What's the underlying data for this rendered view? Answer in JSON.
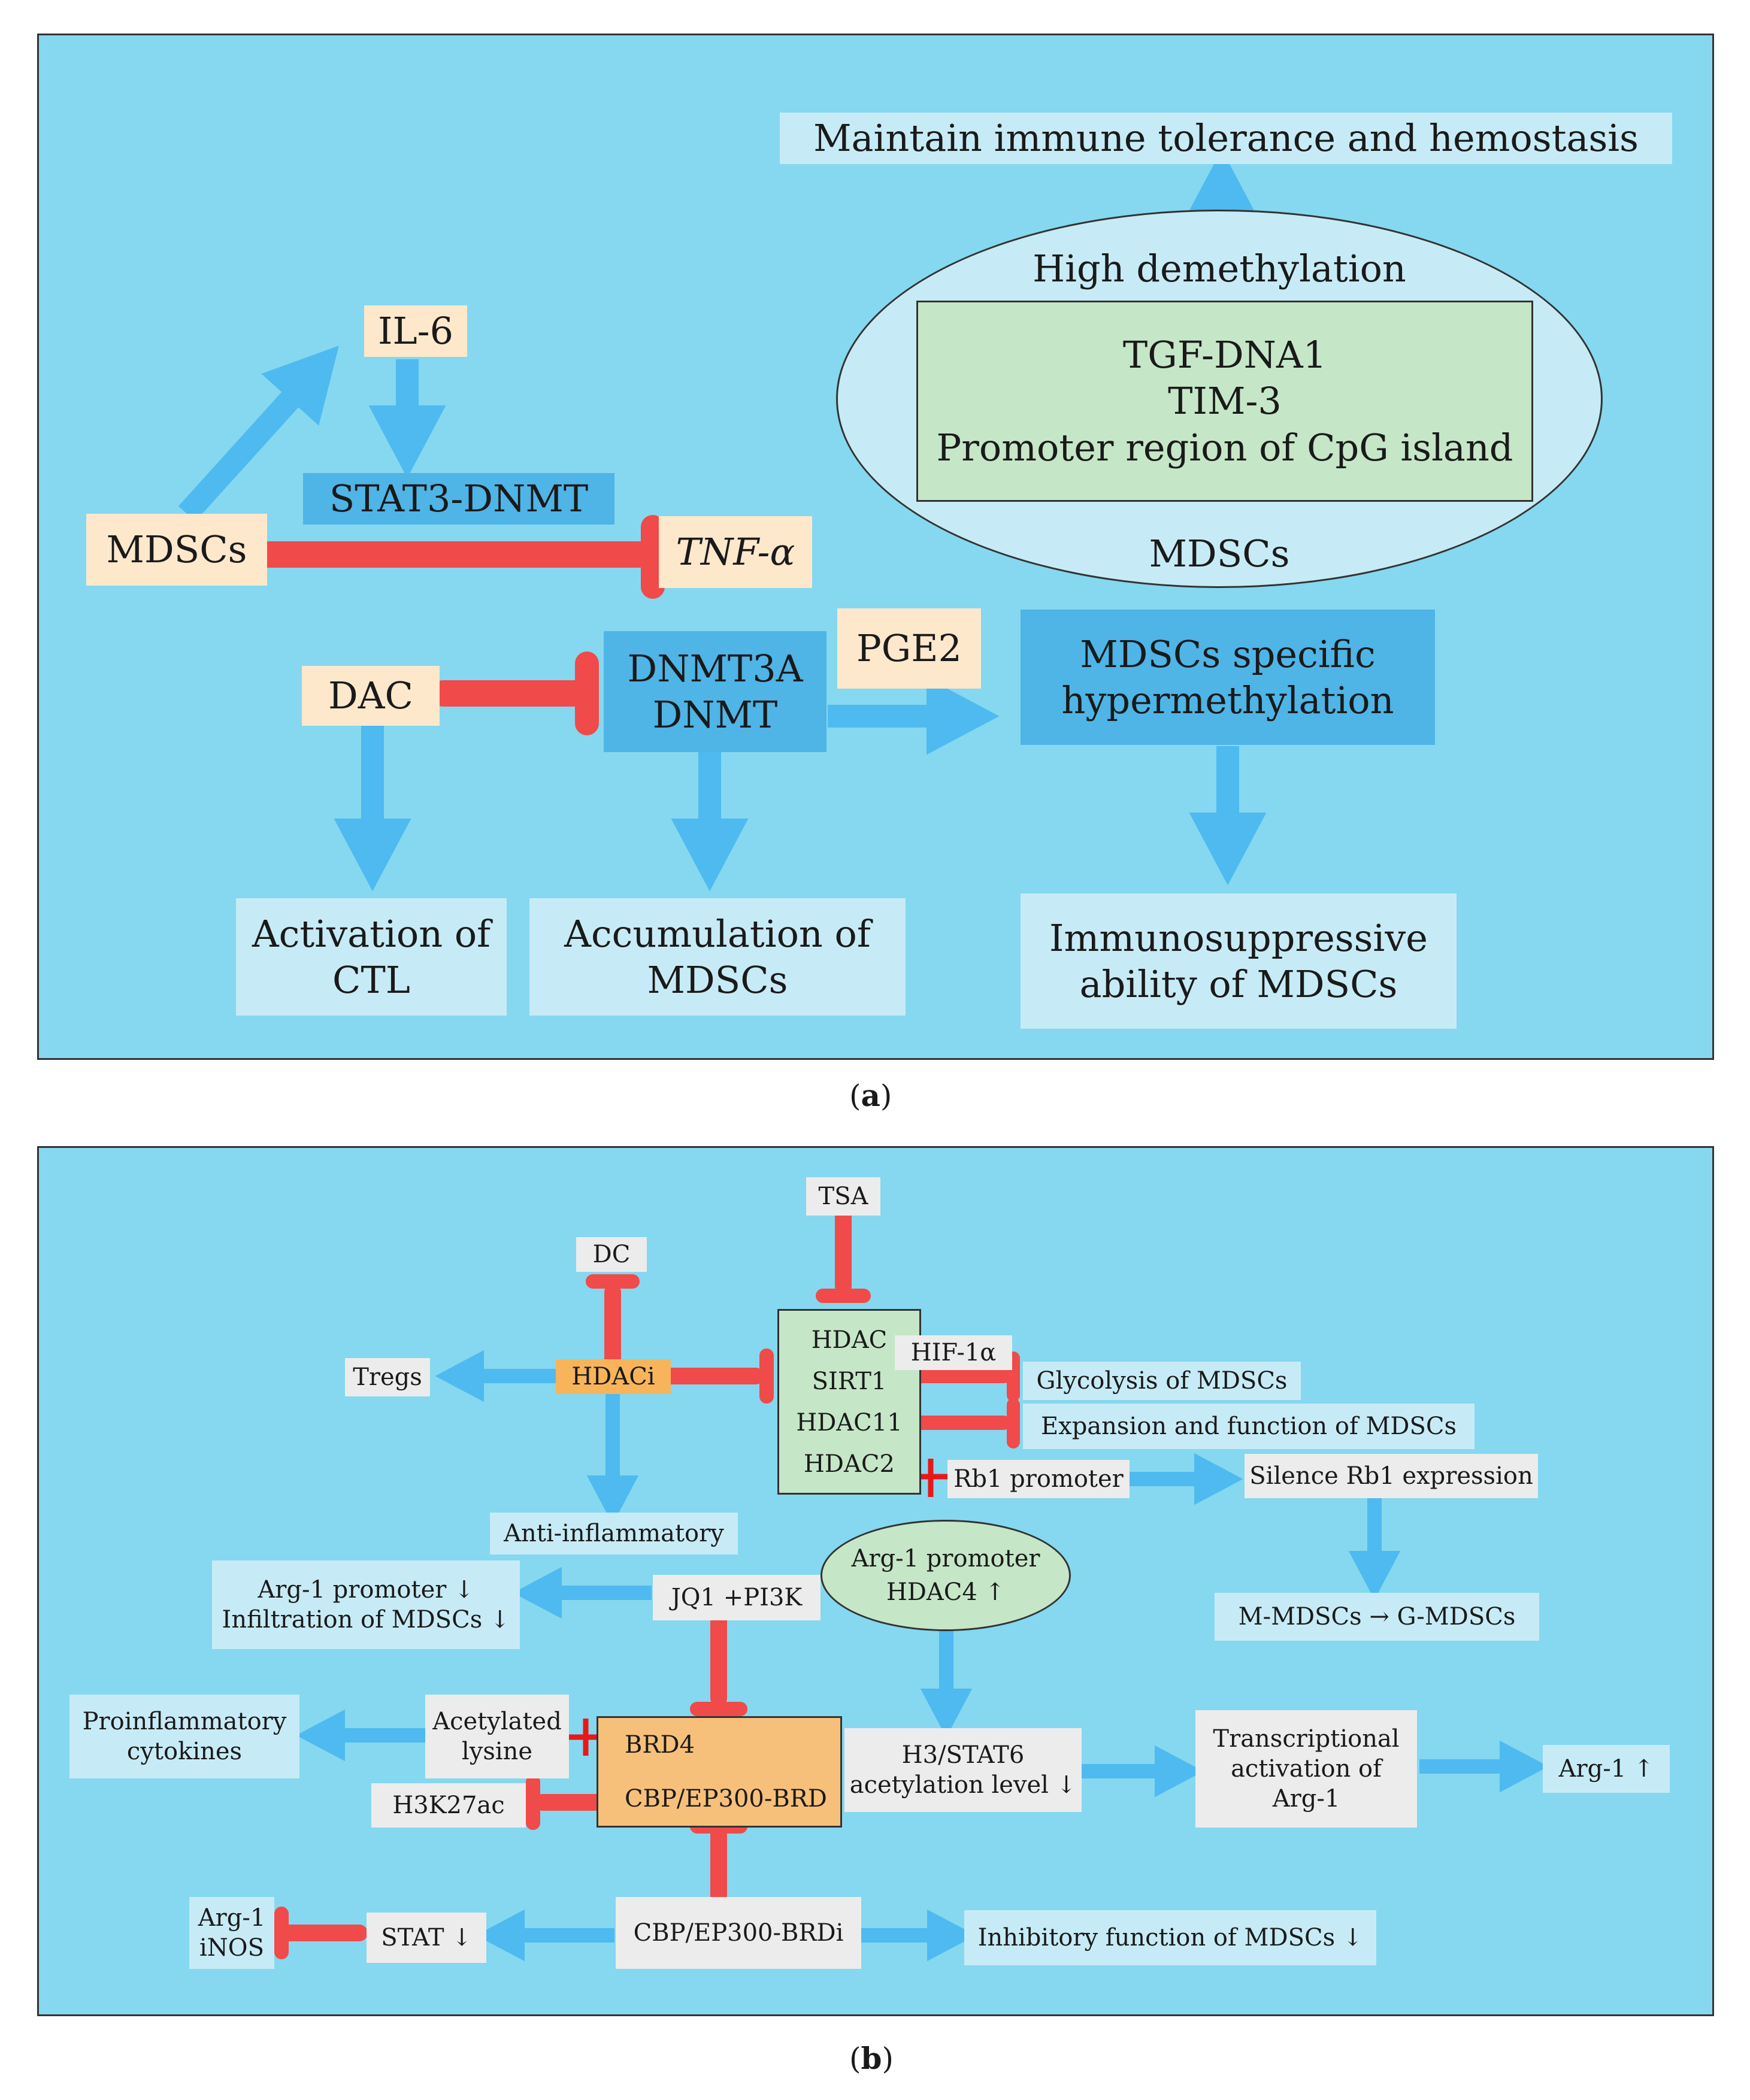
{
  "panel_a": {
    "caption_letter": "a",
    "top_box": "Maintain immune tolerance and hemostasis",
    "ellipse": {
      "title": "High demethylation",
      "inner_lines": [
        "TGF-DNA1",
        "TIM-3",
        "Promoter region of CpG island"
      ],
      "bottom": "MDSCs"
    },
    "il6": "IL-6",
    "stat3": "STAT3-DNMT",
    "mdscs": "MDSCs",
    "tnf": "TNF-α",
    "dac": "DAC",
    "dnmt_lines": [
      "DNMT3A",
      "DNMT"
    ],
    "pge2": "PGE2",
    "hyper_lines": [
      "MDSCs specific",
      "hypermethylation"
    ],
    "activation_lines": [
      "Activation of",
      "CTL"
    ],
    "accumulation_lines": [
      "Accumulation of",
      "MDSCs"
    ],
    "immuno_lines": [
      "Immunosuppressive",
      "ability of MDSCs"
    ]
  },
  "panel_b": {
    "caption_letter": "b",
    "tsa": "TSA",
    "dc": "DC",
    "tregs": "Tregs",
    "hdaci": "HDACi",
    "hdac_lines": [
      "HDAC",
      "SIRT1",
      "HDAC11",
      "HDAC2"
    ],
    "hif": "HIF-1α",
    "glycolysis": "Glycolysis of MDSCs",
    "expansion": "Expansion and function of MDSCs",
    "rb1": "Rb1 promoter",
    "silence": "Silence Rb1 expression",
    "anti_inflammatory": "Anti-inflammatory",
    "arg1_ellipse_lines": [
      "Arg-1 promoter",
      "HDAC4 ↑"
    ],
    "arg1_promoter_lines": [
      "Arg-1 promoter ↓",
      "Infiltration of MDSCs ↓"
    ],
    "jq1": "JQ1 +PI3K",
    "mg": "M-MDSCs → G-MDSCs",
    "proinflammatory_lines": [
      "Proinflammatory",
      "cytokines"
    ],
    "acetylated_lines": [
      "Acetylated",
      "lysine"
    ],
    "brd_lines": [
      "BRD4",
      "CBP/EP300-BRD"
    ],
    "h3stat6_lines": [
      "H3/STAT6",
      "acetylation level ↓"
    ],
    "transcriptional_lines": [
      "Transcriptional",
      "activation of",
      "Arg-1"
    ],
    "arg1_up": "Arg-1 ↑",
    "h3k27ac": "H3K27ac",
    "arg1_inos_lines": [
      "Arg-1",
      "iNOS"
    ],
    "stat": "STAT ↓",
    "brdi": "CBP/EP300-BRDi",
    "inhibitory": "Inhibitory function of MDSCs ↓"
  },
  "colors": {
    "panel": "#85d8ef",
    "activation_arrow": "#4ebaf0",
    "inhibition": "#f04a4a",
    "peach": "#fde8cc",
    "green": "#c6e6c8",
    "orange": "#f7c07a"
  }
}
